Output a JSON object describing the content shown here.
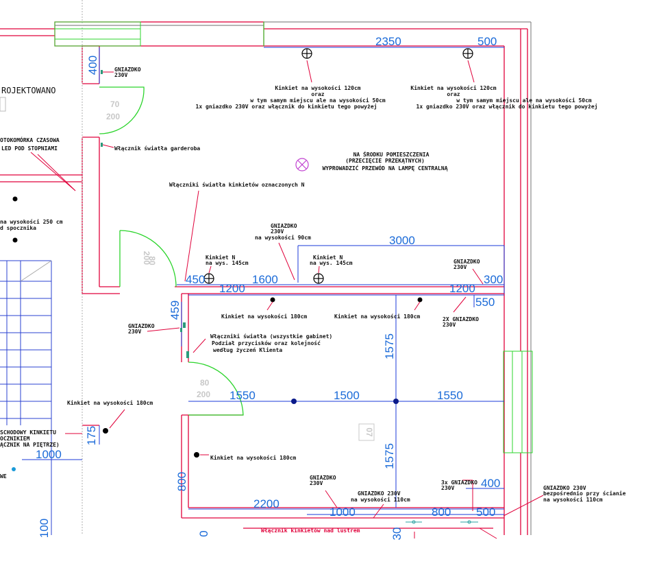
{
  "title": "ROJEKTOWANO",
  "dimensions": {
    "d2350": "2350",
    "d500a": "500",
    "d400a": "400",
    "d3000": "3000",
    "d450": "450",
    "d1200a": "1200",
    "d1600": "1600",
    "d1200b": "1200",
    "d300": "300",
    "d550": "550",
    "d459": "459",
    "d1575a": "1575",
    "d1550a": "1550",
    "d1500": "1500",
    "d1550b": "1550",
    "d1575b": "1575",
    "d175": "175",
    "d1000a": "1000",
    "d800a": "800",
    "d2200": "2200",
    "d1000b": "1000",
    "d800b": "800",
    "d500b": "500",
    "d400b": "400",
    "d100": "100",
    "d30": "30",
    "d0": "0"
  },
  "doors": {
    "d70": "70",
    "d200a": "200",
    "d200b": "200",
    "d80a": "80",
    "d80b": "80",
    "d200c": "200",
    "room": "07"
  },
  "annotations": {
    "gniazdko_top1": "GNIAZDKO",
    "gniazdko_top2": "230V",
    "kinkiet120_l1": "Kinkiet na wysokości 120cm",
    "kinkiet120_l2": "oraz",
    "kinkiet120_l3": "w tym samym miejscu ale na wysokości 50cm",
    "kinkiet120_l4": "1x gniazdko 230V oraz włącznik do kinkietu tego powyżej",
    "kinkiet120b_l1": "Kinkiet na wysokości 120cm",
    "kinkiet120b_l2": "oraz",
    "kinkiet120b_l3": "w tym samym miejscu ale na wysokości 50cm",
    "kinkiet120b_l4": "1x gniazdko 230V oraz włącznik do kinkietu tego powyżej",
    "foto_l1": "OTOKOMÓRKA CZASOWA",
    "foto_l2": "LED POD STOPNIAMI",
    "wlacznik_garderoba": "Włącznik światła garderoba",
    "srodek_l1": "NA ŚRODKU POMIESZCZENIA",
    "srodek_l2": "(PRZECIĘCIE PRZEKĄTNYCH)",
    "srodek_l3": "WYPROWADZIĆ PRZEWÓD NA LAMPĘ CENTRALNĄ",
    "wlaczniki_kinkietow": "Włączniki światła kinkietów oznaczonych N",
    "k250_l1": "na wysokości 250 cm",
    "k250_l2": "d spocznika",
    "gniazdko90_l1": "GNIAZDKO",
    "gniazdko90_l2": "230V",
    "gniazdko90_l3": "na wysokości 90cm",
    "kinkietN1_l1": "Kinkiet N",
    "kinkietN1_l2": "na wys. 145cm",
    "kinkietN2_l1": "Kinkiet N",
    "kinkietN2_l2": "na wys. 145cm",
    "gniazdko_r1": "GNIAZDKO",
    "gniazdko_r2": "230V",
    "k180_a": "Kinkiet na wysokości 180cm",
    "k180_b": "Kinkiet na wysokości 180cm",
    "gniazdko2x_l1": "2X GNIAZDKO",
    "gniazdko2x_l2": "230V",
    "gniazdko_l1": "GNIAZDKO",
    "gniazdko_l2": "230V",
    "gabinet_l1": "Włączniki światła (wszystkie gabinet)",
    "gabinet_l2": "Podział przycisków oraz kolejność",
    "gabinet_l3": "według życzeń Klienta",
    "k180_c": "Kinkiet na wysokości 180cm",
    "schod_l1": "SCHODOWY KINKIETU",
    "schod_l2": "OCZNIKIEM",
    "schod_l3": "ĄCZNIK NA PIĘTRZE)",
    "k180_d": "Kinkiet na wysokości 180cm",
    "we": "WE",
    "gniazdko_b1": "GNIAZDKO",
    "gniazdko_b2": "230V",
    "gniazdko110_l1": "GNIAZDKO 230V",
    "gniazdko110_l2": "na wysokości 110cm",
    "gn3x_l1": "3x GNIAZDKO",
    "gn3x_l2": "230V",
    "gnsciana_l1": "GNIAZDKO 230V",
    "gnsciana_l2": "bezpośrednio przy ścianie",
    "gnsciana_l3": "na wysokości 110cm",
    "lustro": "Włącznik kinkietów nad lustrem"
  }
}
